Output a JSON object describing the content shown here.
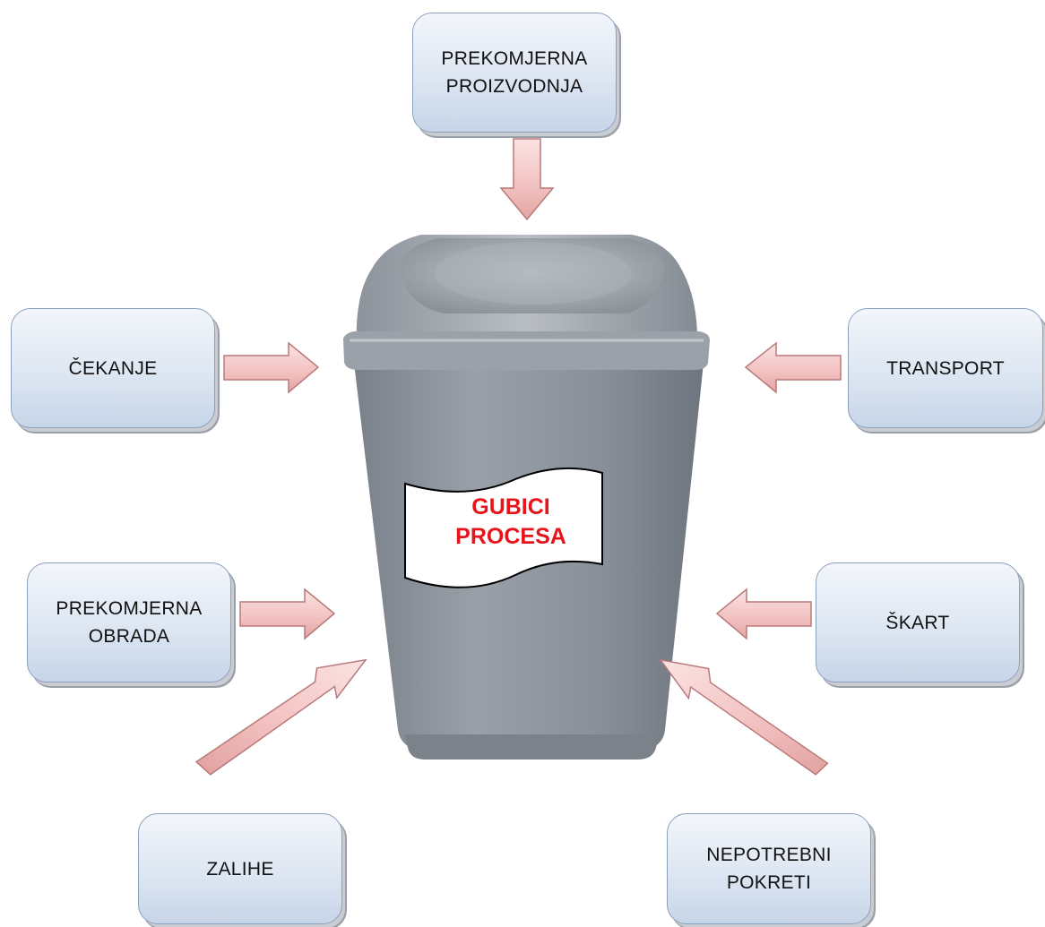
{
  "diagram": {
    "center_label": [
      "GUBICI",
      "PROCESA"
    ],
    "boxes": {
      "overproduction": "PREKOMJERNA PROIZVODNJA",
      "waiting": "ČEKANJE",
      "transport": "TRANSPORT",
      "overprocessing": "PREKOMJERNA OBRADA",
      "defects": "ŠKART",
      "inventory": "ZALIHE",
      "motion": "NEPOTREBNI POKRETI"
    },
    "colors": {
      "box_fill": "#dde6f2",
      "box_border": "#8aa0bf",
      "arrow_fill": "#f2c0c0",
      "arrow_stroke": "#b97a7a",
      "bin_body": "#8d939c",
      "center_text": "#e8141b"
    },
    "icon": "trash-bin-icon"
  }
}
